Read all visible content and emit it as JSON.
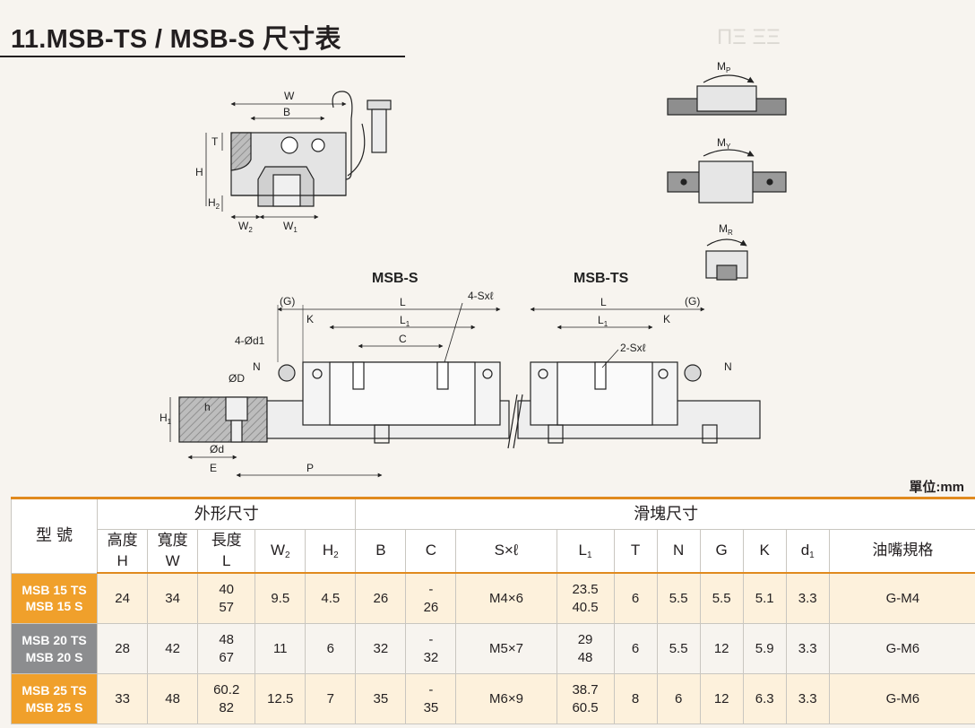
{
  "title": "11.MSB-TS / MSB-S 尺寸表",
  "unit_label": "單位:mm",
  "diagram": {
    "labels": {
      "w": "W",
      "b": "B",
      "t": "T",
      "h": "H",
      "h2": "H",
      "w2": "W",
      "w1": "W",
      "mp": "M",
      "mp_sub": "P",
      "my": "M",
      "my_sub": "Y",
      "mr": "M",
      "mr_sub": "R",
      "msb_s": "MSB-S",
      "msb_ts": "MSB-TS",
      "g_left": "(G)",
      "g_right": "(G)",
      "l_left": "L",
      "l_right": "L",
      "l1_left": "L",
      "l1_right": "L",
      "k_left": "K",
      "k_right": "K",
      "c": "C",
      "sxl_4": "4-Sxℓ",
      "sxl_2": "2-Sxℓ",
      "d1": "4-Ød1",
      "n_left": "N",
      "n_right": "N",
      "od": "ØD",
      "h1": "H",
      "h_small": "h",
      "od_small": "Ød",
      "e": "E",
      "p": "P"
    },
    "sub_labels": {
      "two": "2",
      "one": "1"
    }
  },
  "table": {
    "group_headers": {
      "model": "型 號",
      "outer": "外形尺寸",
      "block": "滑塊尺寸"
    },
    "columns": [
      {
        "top": "高度",
        "bottom": "H"
      },
      {
        "top": "寬度",
        "bottom": "W"
      },
      {
        "top": "長度",
        "bottom": "L"
      },
      {
        "main": "W",
        "sub": "2"
      },
      {
        "main": "H",
        "sub": "2"
      },
      {
        "main": "B"
      },
      {
        "main": "C"
      },
      {
        "main": "S×ℓ"
      },
      {
        "main": "L",
        "sub": "1"
      },
      {
        "main": "T"
      },
      {
        "main": "N"
      },
      {
        "main": "G"
      },
      {
        "main": "K"
      },
      {
        "main": "d",
        "sub": "1"
      },
      {
        "main": "油嘴規格"
      }
    ],
    "rows": [
      {
        "model_ts": "MSB 15 TS",
        "model_s": "MSB 15 S",
        "H": "24",
        "W": "34",
        "L_ts": "40",
        "L_s": "57",
        "W2": "9.5",
        "H2": "4.5",
        "B": "26",
        "C_ts": "-",
        "C_s": "26",
        "SxL": "M4×6",
        "L1_ts": "23.5",
        "L1_s": "40.5",
        "T": "6",
        "N": "5.5",
        "G": "5.5",
        "K": "5.1",
        "d1": "3.3",
        "grease": "G-M4"
      },
      {
        "model_ts": "MSB 20 TS",
        "model_s": "MSB 20 S",
        "H": "28",
        "W": "42",
        "L_ts": "48",
        "L_s": "67",
        "W2": "11",
        "H2": "6",
        "B": "32",
        "C_ts": "-",
        "C_s": "32",
        "SxL": "M5×7",
        "L1_ts": "29",
        "L1_s": "48",
        "T": "6",
        "N": "5.5",
        "G": "12",
        "K": "5.9",
        "d1": "3.3",
        "grease": "G-M6"
      },
      {
        "model_ts": "MSB 25 TS",
        "model_s": "MSB 25 S",
        "H": "33",
        "W": "48",
        "L_ts": "60.2",
        "L_s": "82",
        "W2": "12.5",
        "H2": "7",
        "B": "35",
        "C_ts": "-",
        "C_s": "35",
        "SxL": "M6×9",
        "L1_ts": "38.7",
        "L1_s": "60.5",
        "T": "8",
        "N": "6",
        "G": "12",
        "K": "6.3",
        "d1": "3.3",
        "grease": "G-M6"
      }
    ]
  }
}
